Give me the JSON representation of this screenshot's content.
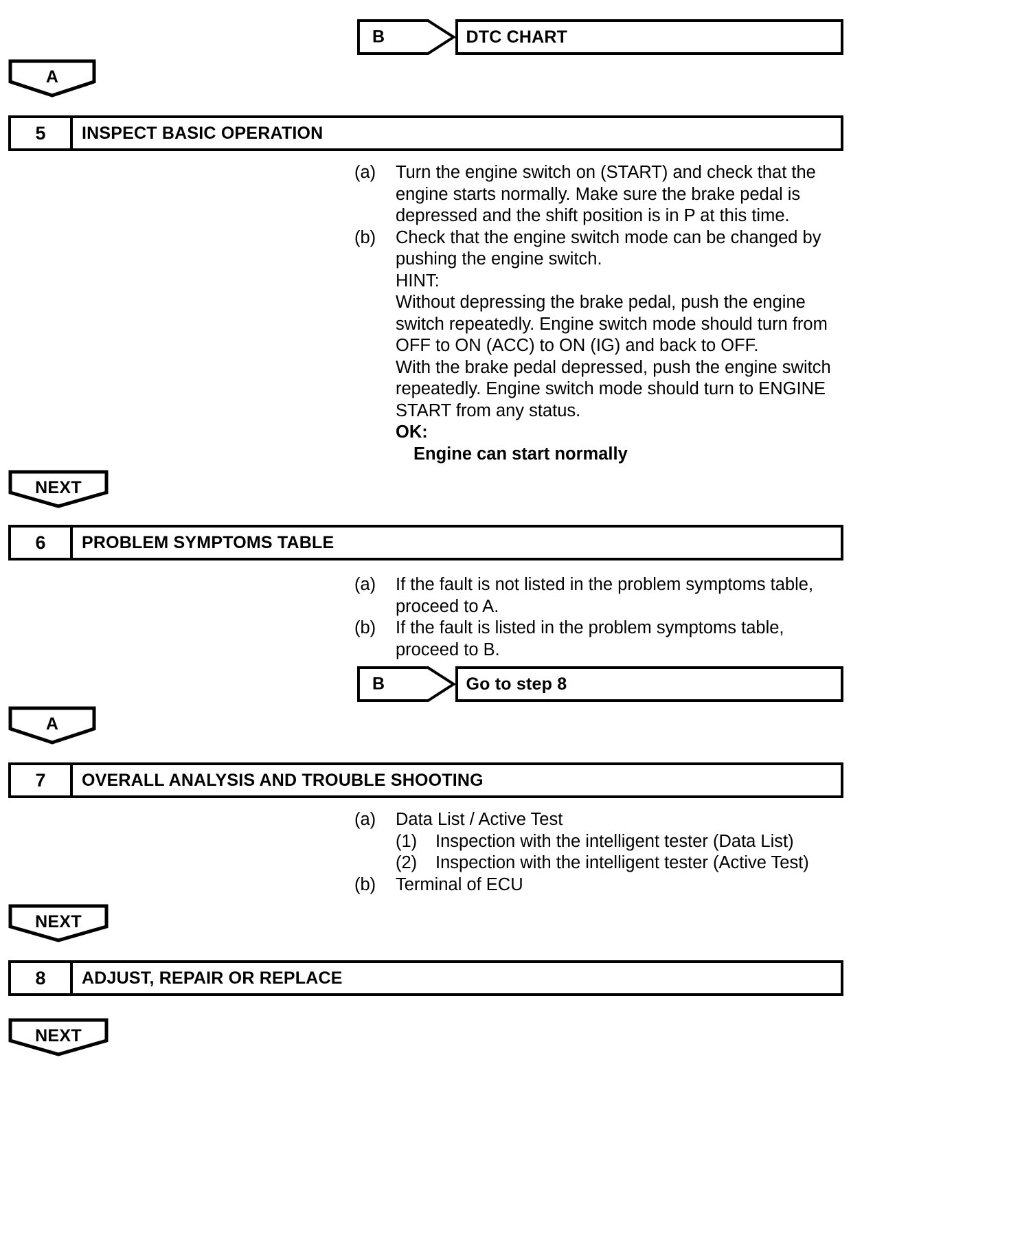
{
  "page": {
    "background": "#ffffff",
    "ink": "#000000"
  },
  "jump_top": {
    "tag": "B",
    "label": "DTC CHART"
  },
  "connector_a_top": {
    "label": "A"
  },
  "step5": {
    "number": "5",
    "title": "INSPECT BASIC OPERATION",
    "items": [
      {
        "marker": "(a)",
        "text": "Turn the engine switch on (START) and check that the engine starts normally. Make sure the brake pedal is depressed and the shift position is in P at this time."
      },
      {
        "marker": "(b)",
        "text": "Check that the engine switch mode can be changed by pushing the engine switch."
      }
    ],
    "hint_label": "HINT:",
    "hint_paragraph_1": "Without depressing the brake pedal, push the engine switch repeatedly. Engine switch mode should turn from OFF to ON (ACC) to ON (IG) and back to OFF.",
    "hint_paragraph_2": "With the brake pedal depressed, push the engine switch repeatedly. Engine switch mode should turn to ENGINE START from any status.",
    "ok_label": "OK:",
    "ok_value": "Engine can start normally"
  },
  "connector_next_1": {
    "label": "NEXT"
  },
  "step6": {
    "number": "6",
    "title": "PROBLEM SYMPTOMS TABLE",
    "items": [
      {
        "marker": "(a)",
        "text": "If the fault is not listed in the problem symptoms table, proceed to A."
      },
      {
        "marker": "(b)",
        "text": "If the fault is listed in the problem symptoms table, proceed to B."
      }
    ],
    "jump": {
      "tag": "B",
      "label": "Go to step 8"
    }
  },
  "connector_a_mid": {
    "label": "A"
  },
  "step7": {
    "number": "7",
    "title": "OVERALL ANALYSIS AND TROUBLE SHOOTING",
    "items": [
      {
        "marker": "(a)",
        "text": "Data List / Active Test"
      }
    ],
    "sub_items": [
      {
        "marker": "(1)",
        "text": "Inspection with the intelligent tester (Data List)"
      },
      {
        "marker": "(2)",
        "text": "Inspection with the intelligent tester (Active Test)"
      }
    ],
    "item_b": {
      "marker": "(b)",
      "text": "Terminal of ECU"
    }
  },
  "connector_next_2": {
    "label": "NEXT"
  },
  "step8": {
    "number": "8",
    "title": "ADJUST, REPAIR OR REPLACE"
  },
  "connector_next_3": {
    "label": "NEXT"
  }
}
